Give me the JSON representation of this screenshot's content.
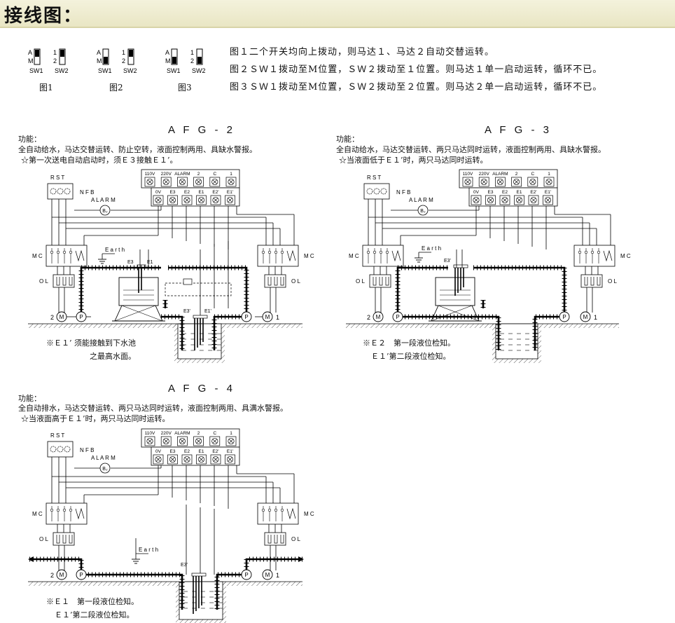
{
  "header": {
    "title": "接线图："
  },
  "switches": {
    "a": "A",
    "m": "M",
    "one": "1",
    "two": "2",
    "sw1": "SW1",
    "sw2": "SW2",
    "captions": [
      "图1",
      "图2",
      "图3"
    ]
  },
  "descriptions": [
    "图１二个开关均向上拨动，则马达１、马达２自动交替运转。",
    "图２ＳＷ１拨动至M位置，ＳＷ２拨动至１位置。则马达１单一启动运转，循环不已。",
    "图３ＳＷ１拨动至M位置，ＳＷ２拨动至２位置。则马达２单一启动运转，循环不已。"
  ],
  "labels": {
    "rst": "R S T",
    "nfb": "N F B",
    "alarm": "A L A R M",
    "b2": "B₂",
    "earth": "E a r t h",
    "mc": "M C",
    "ol": "O L",
    "m": "M",
    "p": "P",
    "n1": "1",
    "n2": "2",
    "top_terms": [
      "110V",
      "220V",
      "ALARM",
      "2",
      "C",
      "1"
    ],
    "bot_terms": [
      "0V",
      "E3",
      "E2",
      "E1",
      "E2'",
      "E1'"
    ],
    "e3": "E3",
    "e1": "E1",
    "e3p": "E3'",
    "e1p": "E1'"
  },
  "diagrams": {
    "afg2": {
      "title": "A F G - 2",
      "func_head": "功能：",
      "func_lines": [
        "全自动给水，马达交替运转、防止空转，液面控制两用、具缺水警报。",
        "☆第一次送电自动启动时，须Ｅ３接触Ｅ１’。"
      ],
      "notes": [
        "※Ｅ１’ 须能接触到下水池",
        "之最高水面。"
      ]
    },
    "afg3": {
      "title": "A F G - 3",
      "func_head": "功能：",
      "func_lines": [
        "全自动给水，马达交替运转、两只马达同时运转，液面控制两用、具缺水警报。",
        "☆当液面低于Ｅ１’时，两只马达同时运转。"
      ],
      "notes": [
        "※Ｅ２　第一段液位检知。",
        "Ｅ１’第二段液位检知。"
      ]
    },
    "afg4": {
      "title": "A F G - 4",
      "func_head": "功能：",
      "func_lines": [
        "全自动排水，马达交替运转、两只马达同时运转，液面控制两用、具满水警报。",
        "☆当液面高于Ｅ１’时，两只马达同时运转。"
      ],
      "notes": [
        "※Ｅ１　第一段液位检知。",
        "Ｅ１’第二段液位检知。"
      ]
    }
  }
}
